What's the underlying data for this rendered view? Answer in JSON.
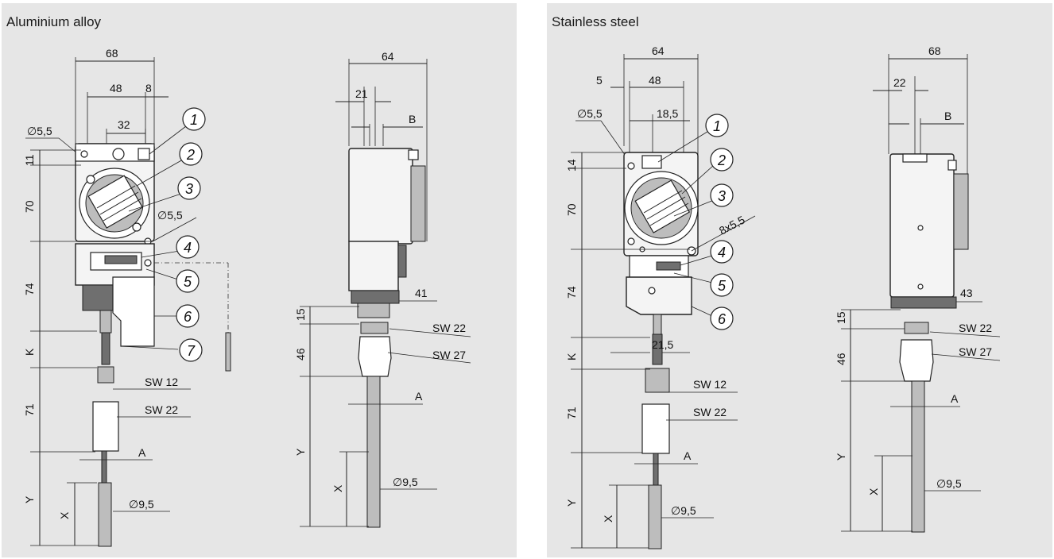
{
  "panels": [
    {
      "title": "Aluminium alloy",
      "front": {
        "dims_top": [
          "68",
          "48",
          "8",
          "32"
        ],
        "hole_dia": "∅5,5",
        "hole_dia_2": "∅5,5",
        "dims_left": [
          "11",
          "70",
          "74",
          "K",
          "71",
          "Y",
          "X"
        ],
        "labels": [
          "SW 12",
          "SW 22",
          "A",
          "∅9,5"
        ],
        "callouts": [
          "1",
          "2",
          "3",
          "4",
          "5",
          "6",
          "7"
        ]
      },
      "side": {
        "dims_top": [
          "64",
          "21",
          "B"
        ],
        "dims_left": [
          "15",
          "46",
          "Y",
          "X"
        ],
        "labels": [
          "41",
          "SW 22",
          "SW 27",
          "A",
          "∅9,5"
        ]
      }
    },
    {
      "title": "Stainless steel",
      "front": {
        "dims_top": [
          "64",
          "5",
          "48",
          "18,5"
        ],
        "hole_dia": "∅5,5",
        "slot": "8x5,5",
        "dims_left": [
          "14",
          "70",
          "74",
          "K",
          "71",
          "Y",
          "X"
        ],
        "labels": [
          "21,5",
          "SW 12",
          "SW 22",
          "A",
          "∅9,5"
        ],
        "callouts": [
          "1",
          "2",
          "3",
          "4",
          "5",
          "6"
        ]
      },
      "side": {
        "dims_top": [
          "68",
          "22",
          "B"
        ],
        "dims_left": [
          "15",
          "46",
          "Y",
          "X"
        ],
        "labels": [
          "43",
          "SW 22",
          "SW 27",
          "A",
          "∅9,5"
        ]
      }
    }
  ]
}
